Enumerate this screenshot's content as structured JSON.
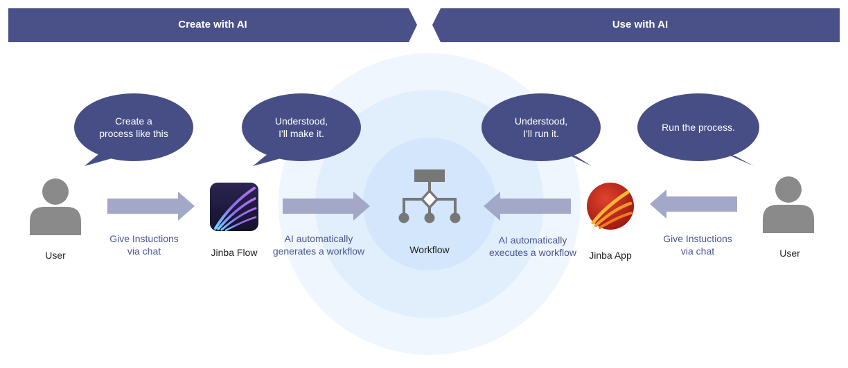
{
  "banners": {
    "left": "Create with AI",
    "right": "Use with AI"
  },
  "bubbles": {
    "user_left": [
      "Create a",
      "process like this"
    ],
    "flow": [
      "Understood,",
      "I'll make it."
    ],
    "app": [
      "Understood,",
      "I'll run it."
    ],
    "user_right": [
      "Run the process."
    ]
  },
  "nodes": {
    "user_left": "User",
    "jinba_flow": "Jinba Flow",
    "workflow": "Workflow",
    "jinba_app": "Jinba App",
    "user_right": "User"
  },
  "arrows": {
    "left_instruction": [
      "Give Instuctions",
      "via chat"
    ],
    "generate": [
      "AI automatically",
      "generates a workflow"
    ],
    "execute": [
      "AI automatically",
      "executes a workflow"
    ],
    "right_instruction": [
      "Give Instuctions",
      "via chat"
    ]
  },
  "colors": {
    "banner": "#4a5189",
    "bubble": "#474e86",
    "arrow": "#a3a8c8",
    "person": "#8a8a8a",
    "workflow_icon": "#777777",
    "desc_text": "#4a5690",
    "ring_outer": "#f0f6fd",
    "ring_mid": "#e1eefc",
    "ring_inner": "#d3e6fb"
  },
  "icons": {
    "person": "person-silhouette-icon",
    "workflow": "workflow-tree-icon",
    "flow_logo": "jinba-flow-logo-icon",
    "app_logo": "jinba-app-logo-icon"
  }
}
